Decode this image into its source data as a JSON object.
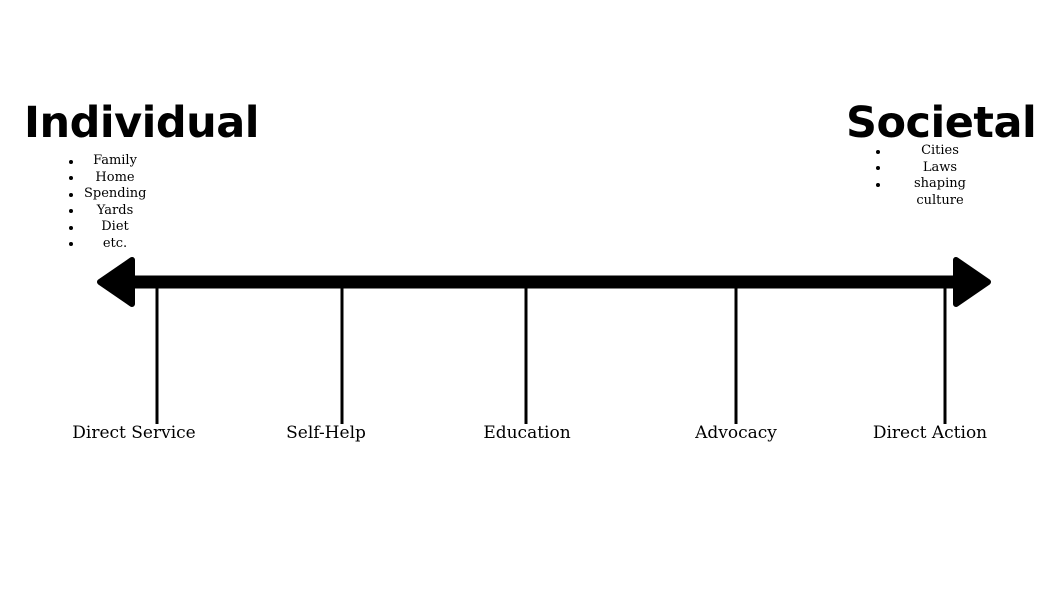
{
  "individual": {
    "title": "Individual",
    "items": [
      "Family",
      "Home",
      "Spending",
      "Yards",
      "Diet",
      "etc."
    ]
  },
  "societal": {
    "title": "Societal",
    "items": [
      "Cities",
      "Laws",
      "shaping culture"
    ]
  },
  "spectrum_labels": [
    "Direct Service",
    "Self-Help",
    "Education",
    "Advocacy",
    "Direct Action"
  ],
  "line_color": "#000000"
}
